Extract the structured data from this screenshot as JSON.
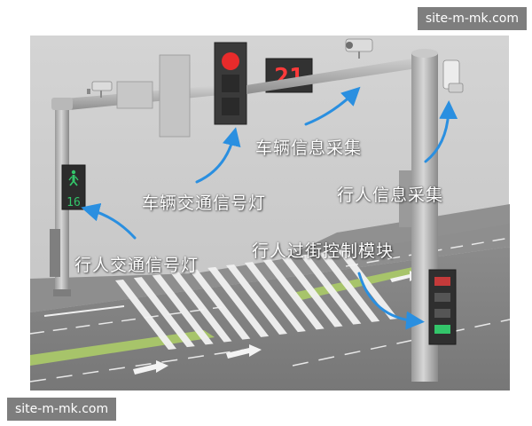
{
  "watermark": {
    "top": "site-m-mk.com",
    "bottom": "site-m-mk.com"
  },
  "labels": {
    "vehicle_info": "车辆信息采集",
    "vehicle_signal": "车辆交通信号灯",
    "pedestrian_info": "行人信息采集",
    "pedestrian_module": "行人过街控制模块",
    "pedestrian_signal": "行人交通信号灯"
  },
  "countdown": {
    "vehicle": "21",
    "pedestrian": "16"
  },
  "colors": {
    "arrow": "#2a8fe0",
    "red_lamp": "#e82b2b",
    "countdown_text": "#ff3a3a",
    "pedestrian_green": "#33c56a",
    "lane_green": "#a7c46a"
  },
  "icons": {
    "pedestrian_signal": "walking-person-icon",
    "camera": "camera-icon"
  }
}
